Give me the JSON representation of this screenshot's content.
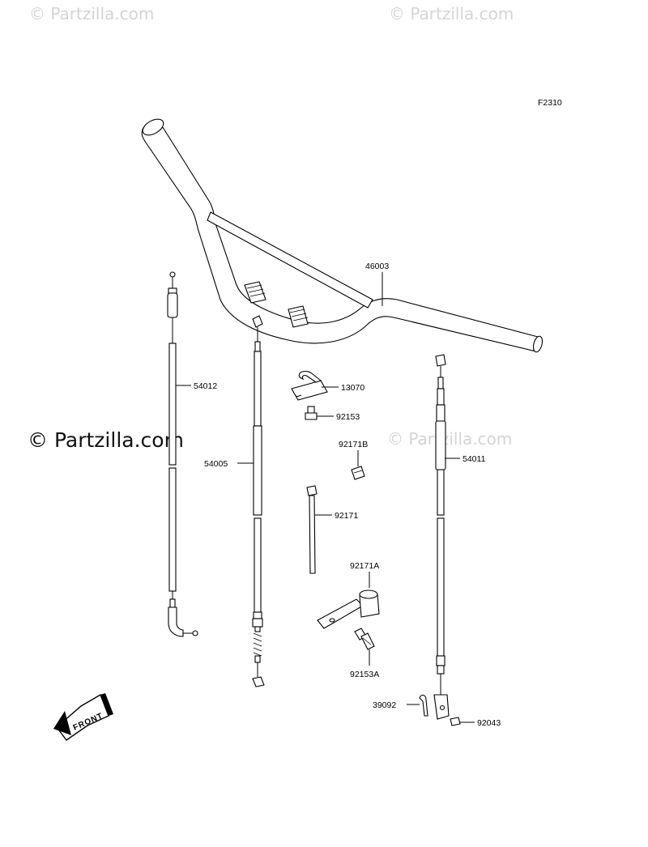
{
  "watermarks": {
    "top_left": "© Partzilla.com",
    "top_right": "© Partzilla.com",
    "center": "© Partzilla.com",
    "mid_right": "© Partzilla.com"
  },
  "figure_code": "F2310",
  "front_label": "FRONT",
  "parts": {
    "handlebar": "46003",
    "cable_left": "54012",
    "cable_mid": "54005",
    "cable_right": "54011",
    "holder": "13070",
    "bolt_holder": "92153",
    "clamp_b": "92171B",
    "band": "92171",
    "clamp_a": "92171A",
    "bolt_a": "92153A",
    "cotter_pin": "39092",
    "pin": "92043"
  }
}
